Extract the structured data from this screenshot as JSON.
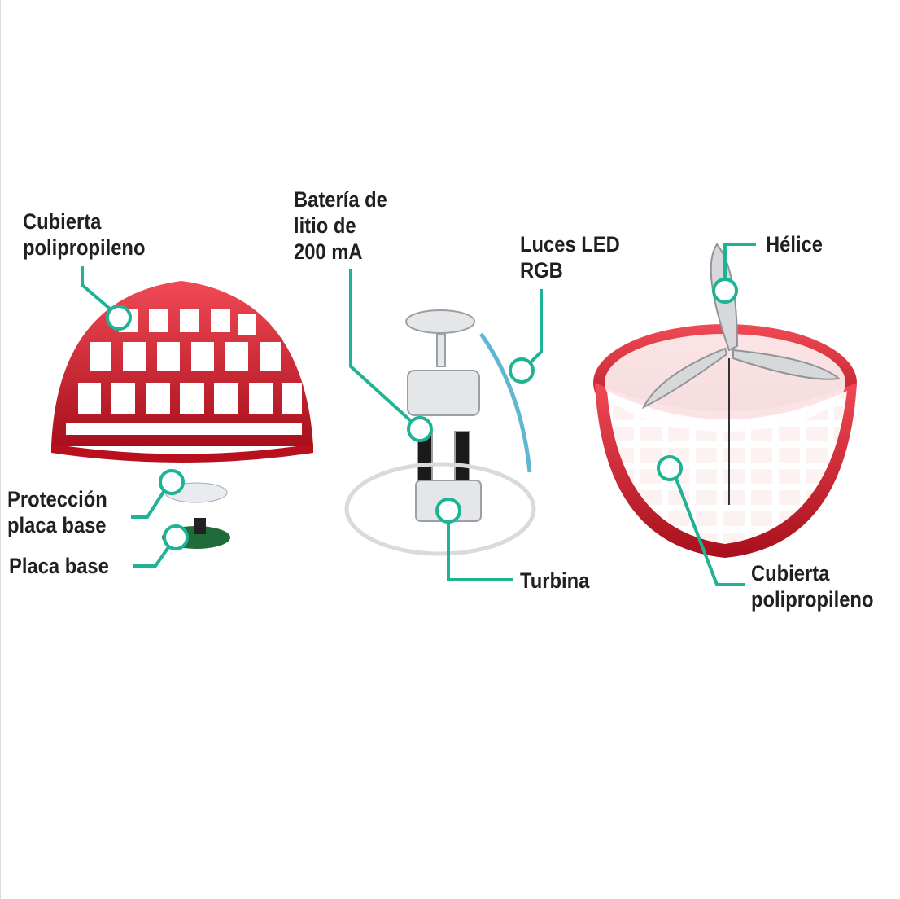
{
  "colors": {
    "callout": "#1db394",
    "shell": "#d21e2b",
    "mechanism": "#e4e6e8"
  },
  "labels": {
    "cover_left": [
      "Cubierta",
      "polipropileno"
    ],
    "battery": [
      "Batería de",
      "litio de",
      "200 mA"
    ],
    "leds": [
      "Luces LED",
      "RGB"
    ],
    "propeller": [
      "Hélice"
    ],
    "base_protection": [
      "Protección",
      "placa base"
    ],
    "base_plate": [
      "Placa base"
    ],
    "turbine": [
      "Turbina"
    ],
    "cover_right": [
      "Cubierta",
      "polipropileno"
    ]
  }
}
